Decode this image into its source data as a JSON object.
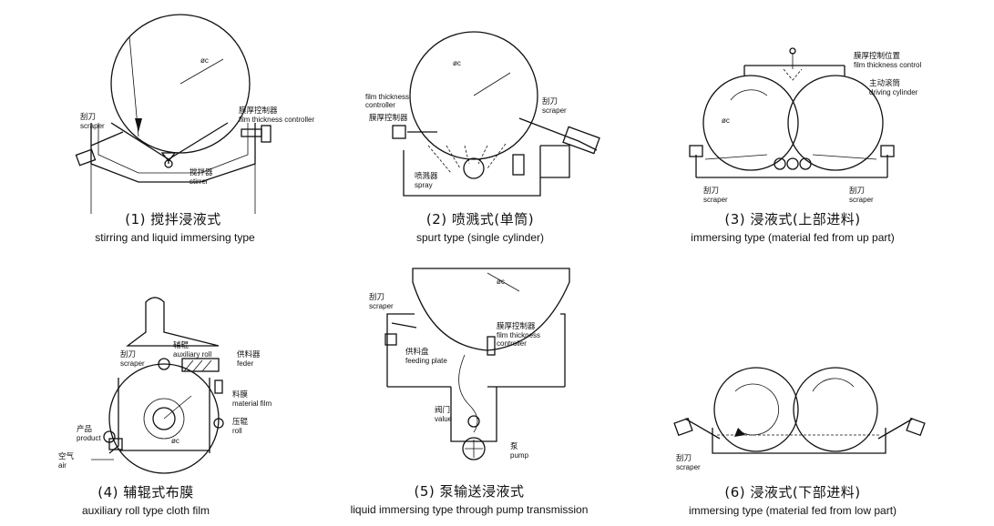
{
  "diagrams": [
    {
      "caption_cn": "(1) 搅拌浸液式",
      "caption_en": "stirring and liquid immersing type",
      "labels": {
        "diameter": "øc",
        "scraper_cn": "刮刀",
        "scraper_en": "scraper",
        "controller_cn": "膜厚控制器",
        "controller_en": "film thickness controller",
        "stirrer_cn": "搅拌器",
        "stirrer_en": "stirrer"
      }
    },
    {
      "caption_cn": "(2) 喷溅式(单筒)",
      "caption_en": "spurt type (single cylinder)",
      "labels": {
        "diameter": "øc",
        "controller_top_en": "film thickness controller",
        "controller_cn": "膜厚控制器",
        "scraper_cn": "刮刀",
        "scraper_en": "scraper",
        "spray_cn": "喷溅器",
        "spray_en": "spray"
      }
    },
    {
      "caption_cn": "(3) 浸液式(上部进料)",
      "caption_en": "immersing type (material fed from up part)",
      "labels": {
        "diameter": "øc",
        "position_cn": "膜厚控制位置",
        "position_en": "film thickness control",
        "driving_cn": "主动滚筒",
        "driving_en": "driving cylinder",
        "scraper_left_cn": "刮刀",
        "scraper_left_en": "scraper",
        "scraper_right_cn": "刮刀",
        "scraper_right_en": "scraper"
      }
    },
    {
      "caption_cn": "(4) 辅辊式布膜",
      "caption_en": "auxiliary roll type cloth film",
      "labels": {
        "diameter": "øc",
        "aux_cn": "辅辊",
        "aux_en": "auxiliary roll",
        "scraper_cn": "刮刀",
        "scraper_en": "scraper",
        "feeder_cn": "供料器",
        "feeder_en": "feder",
        "film_cn": "料膜",
        "film_en": "material film",
        "roll_cn": "压辊",
        "roll_en": "roll",
        "product_cn": "产品",
        "product_en": "product",
        "air_cn": "空气",
        "air_en": "air"
      }
    },
    {
      "caption_cn": "(5) 泵输送浸液式",
      "caption_en": "liquid immersing type through pump transmission",
      "labels": {
        "diameter": "øc",
        "scraper_cn": "刮刀",
        "scraper_en": "scraper",
        "controller_cn": "膜厚控制器",
        "controller_en": "film thickness controller",
        "plate_cn": "供料盘",
        "plate_en": "feeding plate",
        "valve_cn": "阀门",
        "valve_en": "value",
        "pump_cn": "泵",
        "pump_en": "pump"
      }
    },
    {
      "caption_cn": "(6) 浸液式(下部进料)",
      "caption_en": "immersing type (material fed from low part)",
      "labels": {
        "scraper_cn": "刮刀",
        "scraper_en": "scraper"
      }
    }
  ]
}
